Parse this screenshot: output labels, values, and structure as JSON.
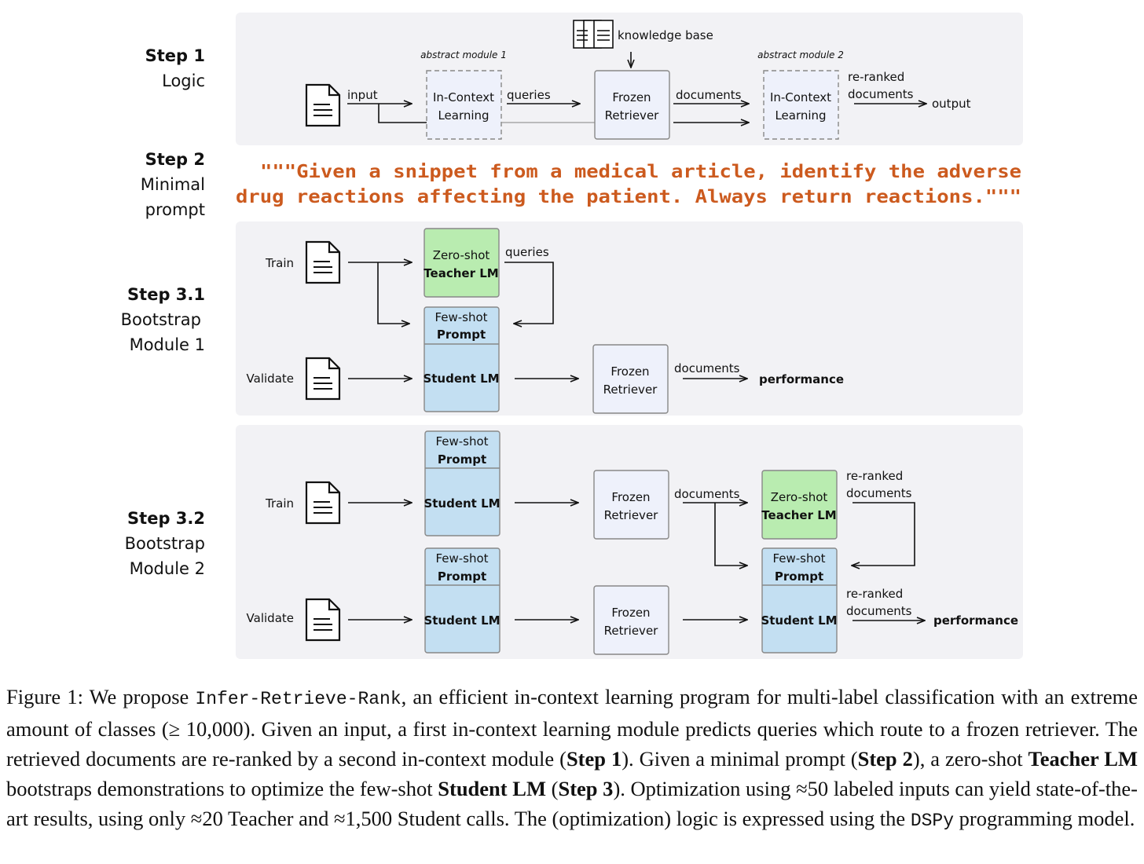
{
  "steps": {
    "s1": {
      "head": "Step 1",
      "sub": [
        "Logic"
      ]
    },
    "s2": {
      "head": "Step 2",
      "sub": [
        "Minimal",
        "prompt"
      ]
    },
    "s31": {
      "head": "Step 3.1",
      "sub": [
        "Bootstrap",
        "Module 1"
      ]
    },
    "s32": {
      "head": "Step 3.2",
      "sub": [
        "Bootstrap",
        "Module 2"
      ]
    }
  },
  "logic": {
    "knowledge_base": "knowledge base",
    "abstract1": "abstract module 1",
    "abstract2": "abstract module 2",
    "input": "input",
    "icl": [
      "In-Context",
      "Learning"
    ],
    "queries": "queries",
    "retriever": [
      "Frozen",
      "Retriever"
    ],
    "documents": "documents",
    "reranked": [
      "re-ranked",
      "documents"
    ],
    "output": "output"
  },
  "prompt_lines": [
    "\"\"\"Given a snippet from a medical article, identify the adverse",
    "drug reactions affecting the patient. Always return reactions.\"\"\""
  ],
  "bootstrap1": {
    "train": "Train",
    "validate": "Validate",
    "teacher": [
      "Zero-shot",
      "Teacher LM"
    ],
    "queries": "queries",
    "fewshot": [
      "Few-shot",
      "Prompt"
    ],
    "student": "Student LM",
    "retriever": [
      "Frozen",
      "Retriever"
    ],
    "documents": "documents",
    "performance": "performance"
  },
  "bootstrap2": {
    "train": "Train",
    "validate": "Validate",
    "fewshot": [
      "Few-shot",
      "Prompt"
    ],
    "student": "Student LM",
    "retriever": [
      "Frozen",
      "Retriever"
    ],
    "documents": "documents",
    "teacher": [
      "Zero-shot",
      "Teacher LM"
    ],
    "reranked": [
      "re-ranked",
      "documents"
    ],
    "performance": "performance"
  },
  "caption": {
    "p1": "Figure 1: We propose ",
    "code1": "Infer-Retrieve-Rank",
    "p2": ", an efficient in-context learning program for multi-label classification with an extreme amount of classes (≥ 10,000). Given an input, a first in-context learning module predicts queries which route to a frozen retriever. The retrieved documents are re-ranked by a second in-context module (",
    "b1": "Step 1",
    "p3": "). Given a minimal prompt (",
    "b2": "Step 2",
    "p4": "), a zero-shot ",
    "b3": "Teacher LM",
    "p5": " bootstraps demonstrations to optimize the few-shot ",
    "b4": "Student LM",
    "p6": " (",
    "b5": "Step 3",
    "p7": "). Optimization using ≈50 labeled inputs can yield state-of-the-art results, using only ≈20 Teacher and ≈1,500 Student calls. The (optimization) logic is expressed using the ",
    "code2": "DSPy",
    "p8": " programming model."
  },
  "colors": {
    "panel": "#f2f2f5",
    "node_fill": "#eef1fb",
    "teacher_green": "#b9ecb0",
    "student_blue": "#c3dff2",
    "prompt_orange": "#cc5a1e"
  }
}
